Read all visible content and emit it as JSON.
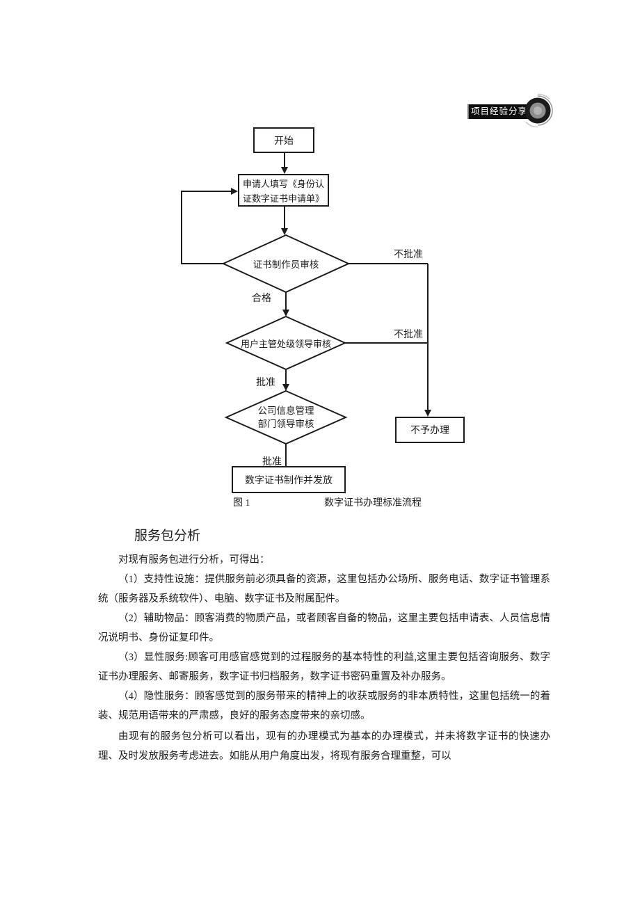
{
  "header": {
    "badge_label": "项目经验分享"
  },
  "flowchart": {
    "nodes": {
      "start": "开始",
      "apply_line1": "申请人填写《身份认",
      "apply_line2": "证数字证书申请单》",
      "review1": "证书制作员审核",
      "review2": "用户主管处级领导审核",
      "review3_line1": "公司信息管理",
      "review3_line2": "部门领导审核",
      "reject": "不予办理",
      "final": "数字证书制作并发放"
    },
    "labels": {
      "not_approved_1": "不批准",
      "not_approved_2": "不批准",
      "qualified": "合格",
      "approved_1": "批准",
      "approved_2": "批准"
    },
    "caption": {
      "number": "图 1",
      "title": "数字证书办理标准流程"
    }
  },
  "article": {
    "heading": "服务包分析",
    "intro": "对现有服务包进行分析，可得出：",
    "items": [
      "（1）支持性设施：提供服务前必须具备的资源，这里包括办公场所、服务电话、数字证书管理系统（服务器及系统软件）、电脑、数字证书及附属配件。",
      "（2）辅助物品：顾客消费的物质产品，或者顾客自备的物品，这里主要包括申请表、人员信息情况说明书、身份证复印件。",
      "（3）显性服务:顾客可用感官感觉到的过程服务的基本特性的利益,这里主要包括咨询服务、数字证书办理服务、邮寄服务，数字证书归档服务，数字证书密码重置及补办服务。",
      "（4）隐性服务：顾客感觉到的服务带来的精神上的收获或服务的非本质特性，这里包括统一的着装、规范用语带来的严肃感，良好的服务态度带来的亲切感。"
    ],
    "closing": "由现有的服务包分析可以看出，现有的办理模式为基本的办理模式，并未将数字证书的快速办理、及时发放服务考虑进去。如能从用户角度出发，将现有服务合理重整，可以"
  },
  "colors": {
    "line": "#1c1c1c",
    "badge_bg": "#0d0d0d",
    "badge_text": "#ffffff"
  }
}
